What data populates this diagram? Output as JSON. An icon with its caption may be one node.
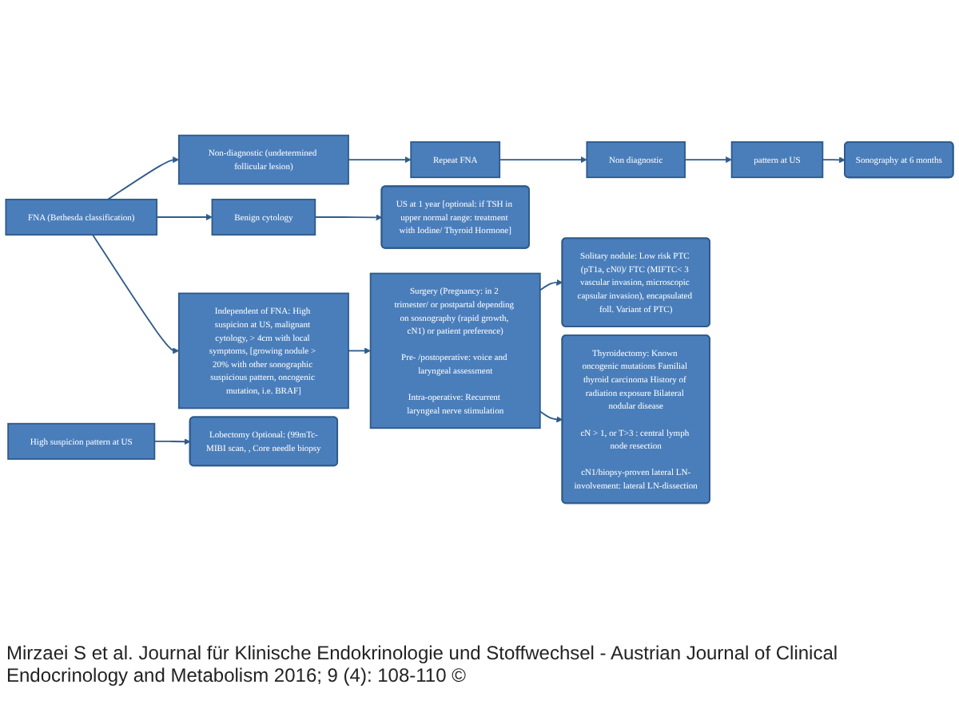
{
  "diagram": {
    "caption": "Mirzaei S et al. Journal für Klinische Endokrinologie und Stoffwechsel - Austrian Journal of Clinical Endocrinology and Metabolism 2016; 9 (4): 108-110 ©",
    "nodes": [
      {
        "text": [
          "FNA (Bethesda classification)"
        ]
      },
      {
        "text": [
          "Non-diagnostic (undetermined follicular lesion)"
        ]
      },
      {
        "text": [
          "Benign cytology"
        ]
      },
      {
        "text": [
          "Independent of FNA: High suspicion at US, malignant cytology, > 4cm with local symptoms, [growing nodule > 20% with other sonographic suspicious pattern, oncogenic mutation, i.e. BRAF]"
        ]
      },
      {
        "text": [
          "Repeat FNA"
        ]
      },
      {
        "text": [
          "US at 1 year [optional: if TSH in upper normal range: treatment with Iodine/ Thyroid Hormone]"
        ]
      },
      {
        "text": [
          "Non diagnostic"
        ]
      },
      {
        "text": [
          "pattern at US"
        ]
      },
      {
        "text": [
          "High suspicion pattern at US"
        ]
      },
      {
        "text": [
          "Sonography at 6 months"
        ]
      },
      {
        "text": [
          "Lobectomy Optional: (99mTc-MIBI scan, , Core needle biopsy"
        ]
      },
      {
        "text": [
          "Surgery (Pregnancy: in 2 trimester/ or postpartal depending on sosnography (rapid growth, cN1) or patient preference)",
          "Pre- /postoperative: voice and laryngeal assessment",
          "Intra-operative: Recurrent laryngeal nerve stimulation"
        ]
      },
      {
        "text": [
          "Solitary nodule: Low risk PTC (pT1a, cN0)/ FTC (MIFTC< 3 vascular invasion, microscopic capsular invasion), encapsulated foll. Variant of PTC)"
        ]
      },
      {
        "text": [
          "Thyroidectomy: Known oncogenic mutations Familial thyroid carcinoma History of radiation exposure Bilateral nodular disease",
          "cN > 1, or T>3 : central lymph node resection",
          "cN1/biopsy-proven lateral LN-involvement: lateral LN-dissection"
        ]
      }
    ],
    "edges": [
      {
        "from": 0,
        "to": 1,
        "arrow": "to"
      },
      {
        "from": 0,
        "to": 2,
        "arrow": "to"
      },
      {
        "from": 0,
        "to": 3,
        "arrow": "to"
      },
      {
        "from": 1,
        "to": 4,
        "arrow": "to"
      },
      {
        "from": 2,
        "to": 5,
        "arrow": "to"
      },
      {
        "from": 4,
        "to": 6,
        "arrow": "to"
      },
      {
        "from": 6,
        "to": 7,
        "arrow": "to"
      },
      {
        "from": 7,
        "to": 9,
        "arrow": "to"
      },
      {
        "from": 8,
        "to": 10,
        "arrow": "to"
      },
      {
        "from": 3,
        "to": 11,
        "arrow": "to"
      },
      {
        "from": 11,
        "to": 12,
        "arrow": "to"
      },
      {
        "from": 11,
        "to": 13,
        "arrow": "to"
      }
    ]
  }
}
